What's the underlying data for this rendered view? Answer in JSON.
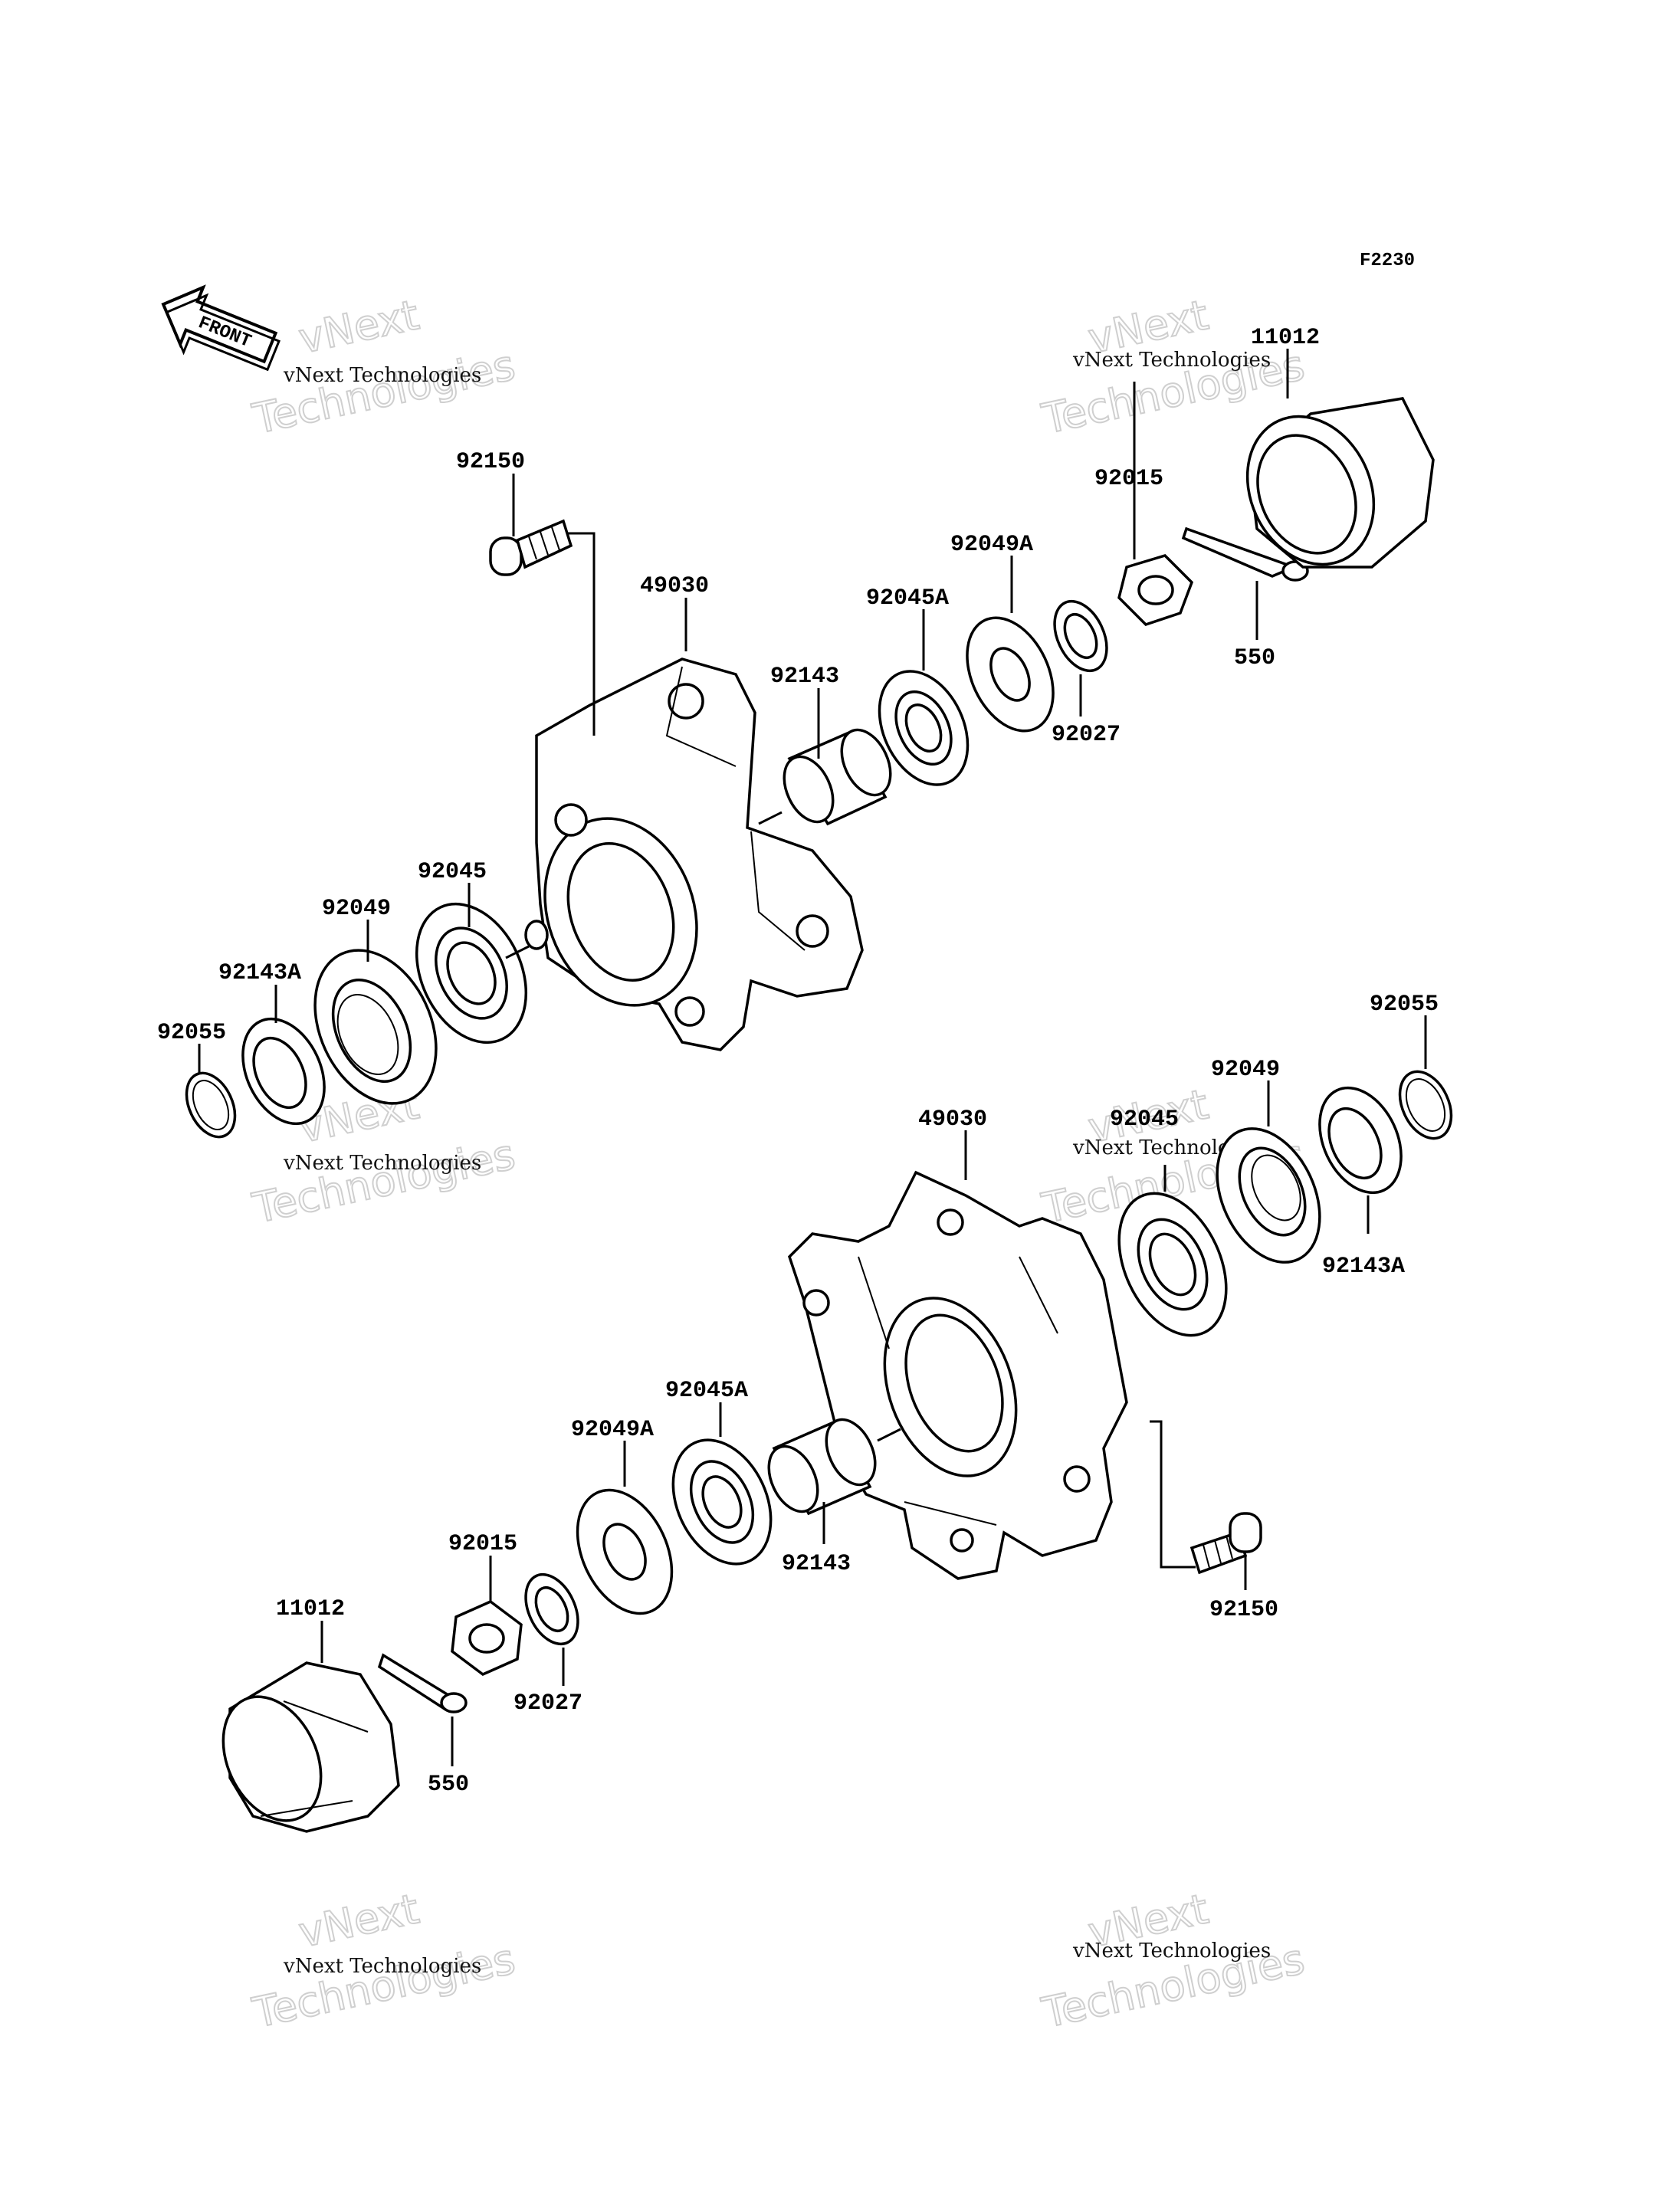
{
  "diagram_id": "F2230",
  "front_indicator": "FRONT",
  "watermark": {
    "company": "vNext Technologies",
    "line1": "vNext",
    "line2": "Technologies"
  },
  "labels": {
    "upper": {
      "p11012": "11012",
      "p92150": "92150",
      "p92015": "92015",
      "p92049A": "92049A",
      "p49030": "49030",
      "p92045A": "92045A",
      "p92143": "92143",
      "p550": "550",
      "p92027": "92027",
      "p92045": "92045",
      "p92049": "92049",
      "p92143A": "92143A",
      "p92055": "92055"
    },
    "lower": {
      "p92055": "92055",
      "p92049": "92049",
      "p49030": "49030",
      "p92045": "92045",
      "p92143A": "92143A",
      "p92045A": "92045A",
      "p92049A": "92049A",
      "p92015": "92015",
      "p11012": "11012",
      "p92143": "92143",
      "p92150": "92150",
      "p92027": "92027",
      "p550": "550"
    }
  }
}
